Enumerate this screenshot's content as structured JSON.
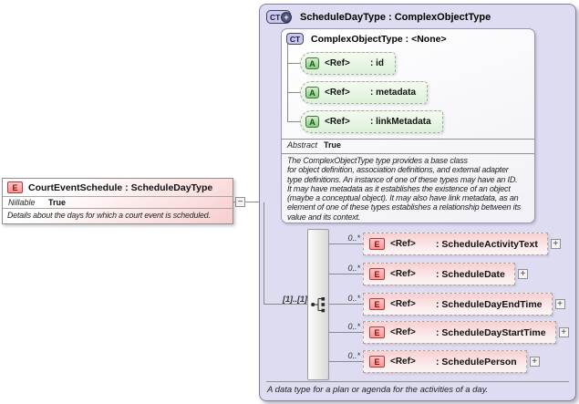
{
  "colors": {
    "panel_bg": "#dedcf1",
    "panel_border": "#8080a0",
    "element_pink": "#f7d0d0",
    "element_icon_border": "#b23a3a",
    "attribute_green": "#def0d9",
    "attribute_icon_border": "#3c7a3c",
    "type_icon_lavender": "#c8c8ec",
    "connector_gray": "#8a8a8a"
  },
  "left_card": {
    "icon": "E",
    "title": "CourtEventSchedule : ScheduleDayType",
    "property": {
      "name": "Nillable",
      "value": "True"
    },
    "description": "Details about the days for which a court event is scheduled."
  },
  "connector": {
    "collapse_label": "−"
  },
  "panel": {
    "icon": "CT",
    "icon_plus": "+",
    "title": "ScheduleDayType : ComplexObjectType",
    "base_type_box": {
      "icon": "CT",
      "title": "ComplexObjectType : <None>",
      "attributes": [
        {
          "icon": "A",
          "ref": "<Ref>",
          "name": ": id"
        },
        {
          "icon": "A",
          "ref": "<Ref>",
          "name": ": metadata"
        },
        {
          "icon": "A",
          "ref": "<Ref>",
          "name": ": linkMetadata"
        }
      ],
      "property": {
        "name": "Abstract",
        "value": "True"
      },
      "description": "The ComplexObjectType type provides a base class\nfor object definition, association definitions, and external adapter\ntype definitions. An instance of one of these types may have an ID.\nIt may have metadata as it establishes the existence of an object\n(maybe a conceptual object). It may also have link metadata, as an\nelement of one of these types establishes a relationship between its\nvalue and its context."
    },
    "sequence": {
      "cardinality": "[1]..[1]",
      "elements": [
        {
          "occurs": "0..*",
          "icon": "E",
          "ref": "<Ref>",
          "name": ": ScheduleActivityText",
          "expand": "+"
        },
        {
          "occurs": "0..*",
          "icon": "E",
          "ref": "<Ref>",
          "name": ": ScheduleDate",
          "expand": "+"
        },
        {
          "occurs": "0..*",
          "icon": "E",
          "ref": "<Ref>",
          "name": ": ScheduleDayEndTime",
          "expand": "+"
        },
        {
          "occurs": "0..*",
          "icon": "E",
          "ref": "<Ref>",
          "name": ": ScheduleDayStartTime",
          "expand": "+"
        },
        {
          "occurs": "0..*",
          "icon": "E",
          "ref": "<Ref>",
          "name": ": SchedulePerson",
          "expand": "+"
        }
      ]
    },
    "footer": "A data type for a plan or agenda for the activities of a day."
  }
}
